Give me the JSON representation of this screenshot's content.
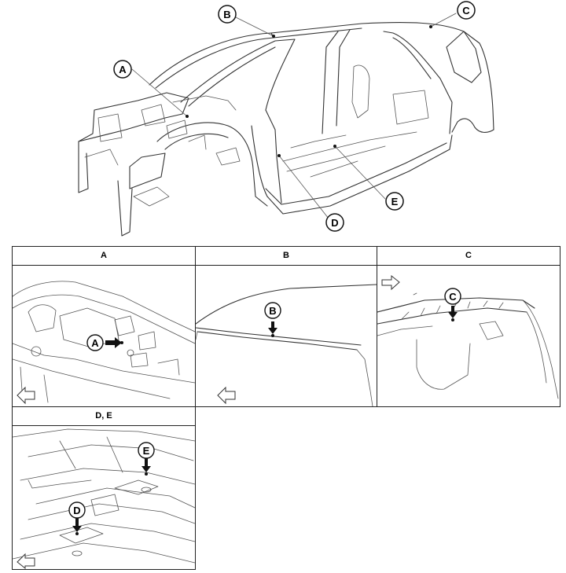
{
  "callouts": {
    "a": "A",
    "b": "B",
    "c": "C",
    "d": "D",
    "e": "E"
  },
  "panels": {
    "a": {
      "title": "A"
    },
    "b": {
      "title": "B"
    },
    "c": {
      "title": "C"
    },
    "de": {
      "title": "D, E"
    }
  }
}
